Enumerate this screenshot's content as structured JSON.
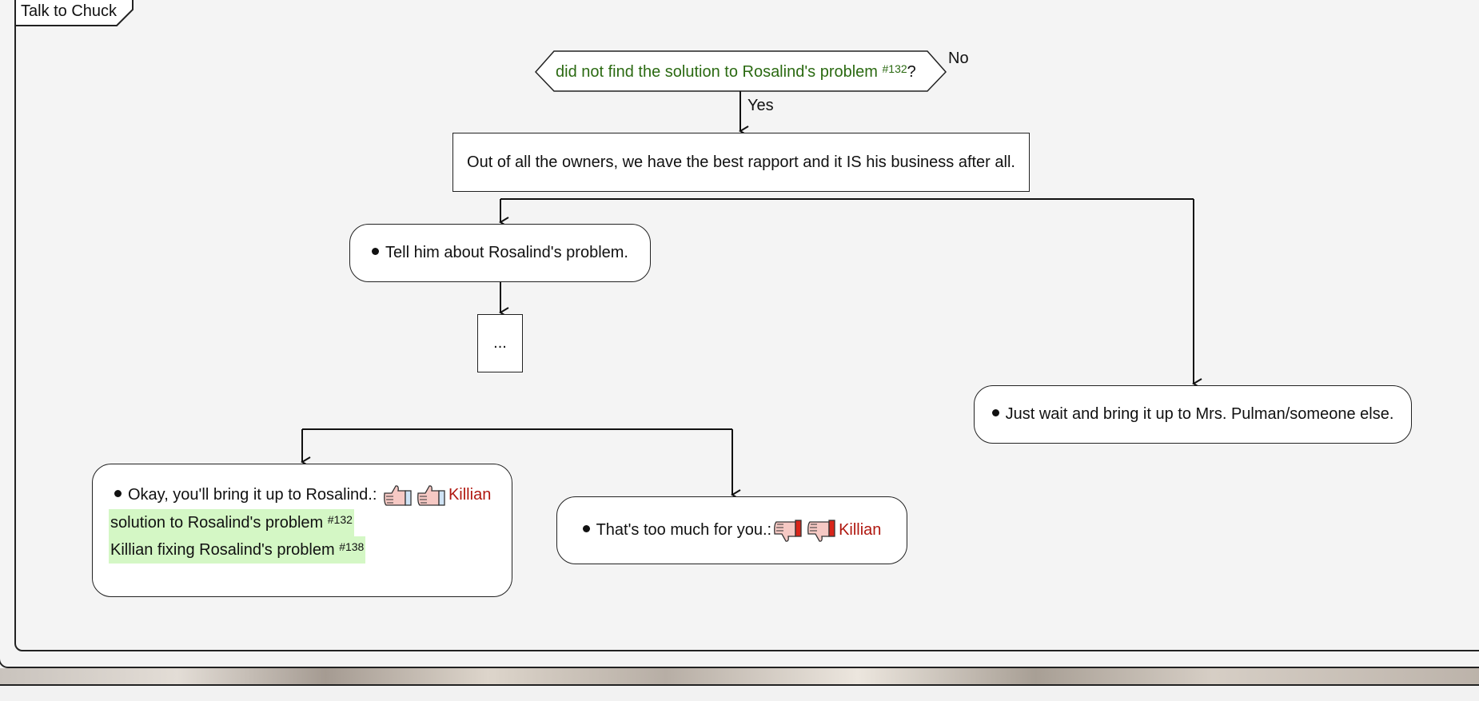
{
  "frame": {
    "title": "Talk to Chuck"
  },
  "decision": {
    "condition": "did not find the solution to Rosalind's problem",
    "ref": "#132",
    "suffix": "?",
    "no_label": "No",
    "yes_label": "Yes"
  },
  "statement": {
    "text": "Out of all the owners, we have the best rapport and it IS his business after all."
  },
  "choices": {
    "tell": {
      "text": "Tell him about Rosalind's problem."
    },
    "wait": {
      "text": "Just wait and bring it up to Mrs. Pulman/someone else."
    }
  },
  "continuation": {
    "text": "..."
  },
  "outcomes": {
    "okay": {
      "text": "Okay, you'll bring it up to Rosalind.:",
      "character": "Killian",
      "reaction": "thumbs-up-icon",
      "flags": [
        {
          "text": "solution to Rosalind's problem",
          "ref": "#132"
        },
        {
          "text": "Killian fixing Rosalind's problem",
          "ref": "#138"
        }
      ]
    },
    "toomuch": {
      "text": "That's too much for you.:",
      "character": "Killian",
      "reaction": "thumbs-down-icon"
    }
  },
  "colors": {
    "condition_text": "#2b6a12",
    "character_text": "#b0170f",
    "flag_highlight": "#d4f7c5",
    "line": "#111111"
  }
}
